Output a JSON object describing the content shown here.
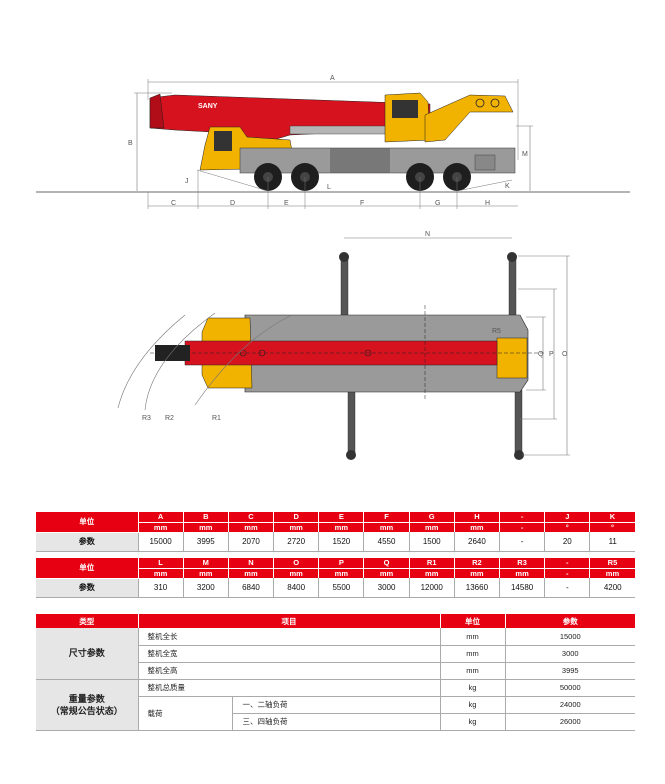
{
  "drawing": {
    "brand_logo": "SANY",
    "side_view_dimensions": [
      "A",
      "B",
      "C",
      "D",
      "E",
      "F",
      "G",
      "H",
      "J",
      "K",
      "L",
      "M"
    ],
    "top_view_dimensions": [
      "N",
      "O",
      "P",
      "Q",
      "R1",
      "R2",
      "R3",
      "R5"
    ],
    "colors": {
      "boom_red": "#d7121f",
      "body_yellow": "#f2b200",
      "chassis_gray": "#9a9a9a",
      "tire_black": "#1e1e1e",
      "dimension_line": "#777777"
    }
  },
  "dim_table_1": {
    "row_unit_label": "单位",
    "row_param_label": "参数",
    "columns": [
      {
        "code": "A",
        "unit": "mm",
        "value": "15000"
      },
      {
        "code": "B",
        "unit": "mm",
        "value": "3995"
      },
      {
        "code": "C",
        "unit": "mm",
        "value": "2070"
      },
      {
        "code": "D",
        "unit": "mm",
        "value": "2720"
      },
      {
        "code": "E",
        "unit": "mm",
        "value": "1520"
      },
      {
        "code": "F",
        "unit": "mm",
        "value": "4550"
      },
      {
        "code": "G",
        "unit": "mm",
        "value": "1500"
      },
      {
        "code": "H",
        "unit": "mm",
        "value": "2640"
      },
      {
        "code": "-",
        "unit": "-",
        "value": "-"
      },
      {
        "code": "J",
        "unit": "°",
        "value": "20"
      },
      {
        "code": "K",
        "unit": "°",
        "value": "11"
      }
    ]
  },
  "dim_table_2": {
    "row_unit_label": "单位",
    "row_param_label": "参数",
    "columns": [
      {
        "code": "L",
        "unit": "mm",
        "value": "310"
      },
      {
        "code": "M",
        "unit": "mm",
        "value": "3200"
      },
      {
        "code": "N",
        "unit": "mm",
        "value": "6840"
      },
      {
        "code": "O",
        "unit": "mm",
        "value": "8400"
      },
      {
        "code": "P",
        "unit": "mm",
        "value": "5500"
      },
      {
        "code": "Q",
        "unit": "mm",
        "value": "3000"
      },
      {
        "code": "R1",
        "unit": "mm",
        "value": "12000"
      },
      {
        "code": "R2",
        "unit": "mm",
        "value": "13660"
      },
      {
        "code": "R3",
        "unit": "mm",
        "value": "14580"
      },
      {
        "code": "-",
        "unit": "-",
        "value": "-"
      },
      {
        "code": "R5",
        "unit": "mm",
        "value": "4200"
      }
    ]
  },
  "detail_table": {
    "headers": {
      "type": "类型",
      "item": "项目",
      "unit": "单位",
      "param": "参数"
    },
    "groups": {
      "size": {
        "type": "尺寸参数",
        "rows": [
          {
            "item": "整机全长",
            "unit": "mm",
            "value": "15000"
          },
          {
            "item": "整机全宽",
            "unit": "mm",
            "value": "3000"
          },
          {
            "item": "整机全高",
            "unit": "mm",
            "value": "3995"
          }
        ]
      },
      "weight": {
        "type_line1": "重量参数",
        "type_line2": "（常规公告状态）",
        "total": {
          "item": "整机总质量",
          "unit": "kg",
          "value": "50000"
        },
        "load_label": "载荷",
        "loads": [
          {
            "item": "一、二轴负荷",
            "unit": "kg",
            "value": "24000"
          },
          {
            "item": "三、四轴负荷",
            "unit": "kg",
            "value": "26000"
          }
        ]
      }
    }
  }
}
